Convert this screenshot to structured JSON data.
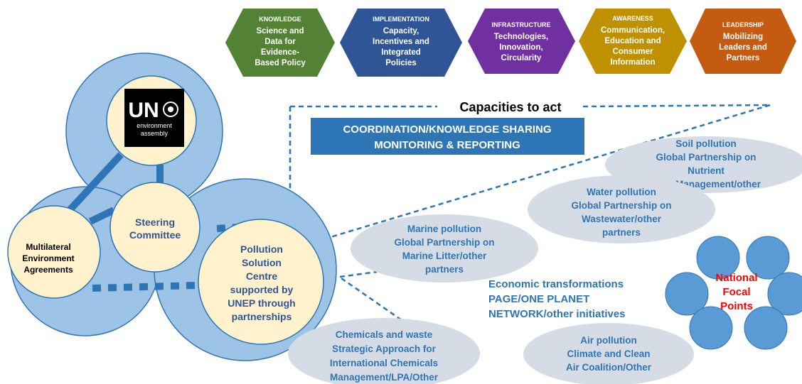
{
  "hexagons": [
    {
      "title": "KNOWLEDGE",
      "lines": [
        "Science and",
        "Data for",
        "Evidence-",
        "Based Policy"
      ],
      "color": "#548235"
    },
    {
      "title": "IMPLEMENTATION",
      "lines": [
        "Capacity,",
        "Incentives and",
        "Integrated",
        "Policies"
      ],
      "color": "#2f5597"
    },
    {
      "title": "INFRASTRUCTURE",
      "lines": [
        "Technologies,",
        "Innovation,",
        "Circularity"
      ],
      "color": "#7030a0"
    },
    {
      "title": "AWARENESS",
      "lines": [
        "Communication,",
        "Education and",
        "Consumer",
        "Information"
      ],
      "color": "#bf9000"
    },
    {
      "title": "LEADERSHIP",
      "lines": [
        "Mobilizing",
        "Leaders and",
        "Partners"
      ],
      "color": "#c55a11"
    }
  ],
  "capacities_label": "Capacities to act",
  "coordination": {
    "line1": "COORDINATION/KNOWLEDGE  SHARING",
    "line2": "MONITORING & REPORTING"
  },
  "unea": {
    "un": "UN",
    "line1": "environment",
    "line2": "assembly"
  },
  "steering": [
    "Steering",
    "Committee"
  ],
  "mea": [
    "Multilateral",
    "Environment",
    "Agreements"
  ],
  "psc": [
    "Pollution",
    "Solution",
    "Centre",
    "supported by",
    "UNEP through",
    "partnerships"
  ],
  "ellipses": {
    "soil": [
      "Soil pollution",
      "Global Partnership on",
      "Nutrient",
      "Management/other"
    ],
    "water": [
      "Water pollution",
      "Global Partnership on",
      "Wastewater/other",
      "partners"
    ],
    "marine": [
      "Marine pollution",
      "Global Partnership on",
      "Marine Litter/other",
      "partners"
    ],
    "chemicals": [
      "Chemicals and waste",
      "Strategic Approach for",
      "International Chemicals",
      "Management/LPA/Other"
    ],
    "air": [
      "Air pollution",
      "Climate and Clean",
      "Air Coalition/Other"
    ]
  },
  "economic": [
    "Economic transformations",
    "PAGE/ONE PLANET",
    "NETWORK/other initiatives"
  ],
  "national_focal": [
    "National",
    "Focal",
    "Points"
  ],
  "colors": {
    "bg_circle": "#9dc3e6",
    "inner_circle": "#fff2cc",
    "ellipse": "#d6dce5",
    "connector": "#2e75b6",
    "coord_box": "#2e75b6"
  }
}
